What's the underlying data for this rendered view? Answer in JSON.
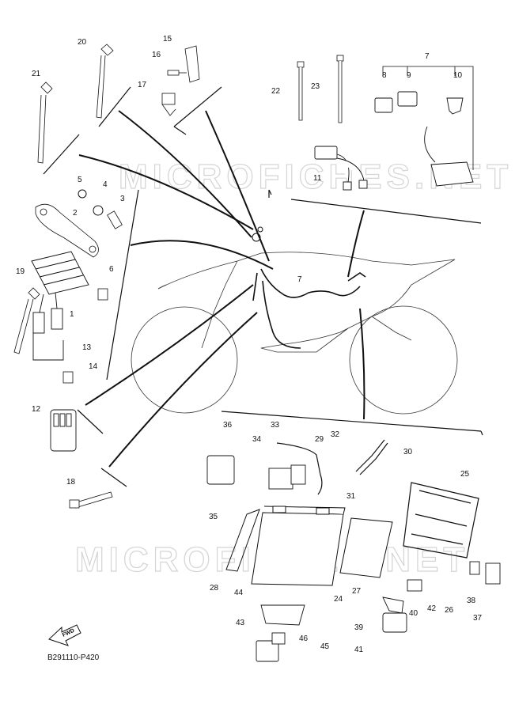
{
  "diagram_code": "B291110-P420",
  "watermark": "MICROFICHES.NET",
  "fwd_label": "FWD",
  "part_numbers": [
    "1",
    "2",
    "3",
    "4",
    "5",
    "6",
    "7",
    "8",
    "9",
    "10",
    "11",
    "12",
    "13",
    "14",
    "15",
    "16",
    "17",
    "18",
    "19",
    "20",
    "21",
    "22",
    "23",
    "24",
    "25",
    "26",
    "27",
    "28",
    "29",
    "30",
    "31",
    "32",
    "33",
    "34",
    "35",
    "36",
    "37",
    "38",
    "39",
    "40",
    "41",
    "42",
    "43",
    "44",
    "45",
    "46"
  ],
  "frame_label": "7"
}
